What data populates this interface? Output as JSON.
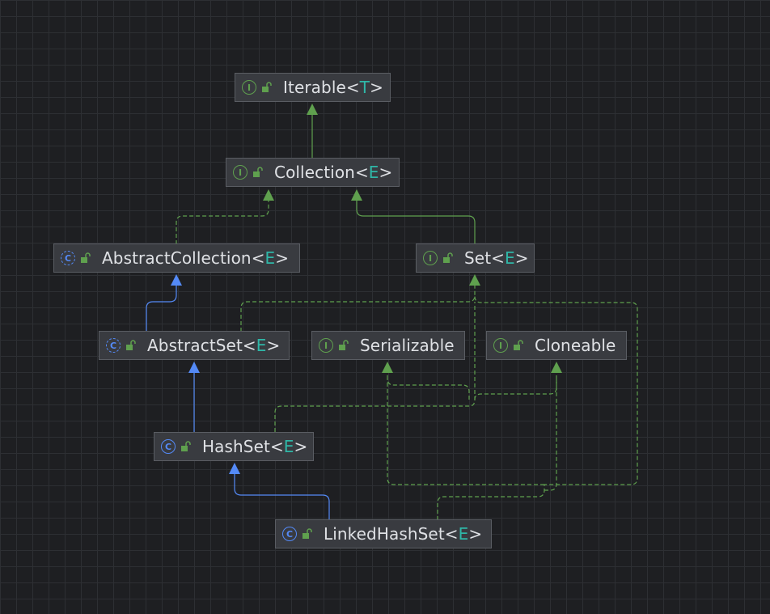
{
  "colors": {
    "background": "#1e1f22",
    "grid": "#2d2f33",
    "node_fill": "#393b40",
    "node_border": "#5a5d63",
    "text": "#dfe1e5",
    "type_param": "#2fb7a8",
    "interface_badge": "#5fa04e",
    "class_badge": "#548af7",
    "extends_edge": "#5fa04e",
    "implements_edge": "#5fa04e",
    "class_extends_edge": "#548af7"
  },
  "nodes": {
    "iterable": {
      "name": "Iterable",
      "type_param": "T",
      "kind": "interface",
      "badge": "I",
      "icon": "interface-icon"
    },
    "collection": {
      "name": "Collection",
      "type_param": "E",
      "kind": "interface",
      "badge": "I",
      "icon": "interface-icon"
    },
    "abstract_collection": {
      "name": "AbstractCollection",
      "type_param": "E",
      "kind": "abstract-class",
      "badge": "C",
      "icon": "abstract-class-icon"
    },
    "set": {
      "name": "Set",
      "type_param": "E",
      "kind": "interface",
      "badge": "I",
      "icon": "interface-icon"
    },
    "abstract_set": {
      "name": "AbstractSet",
      "type_param": "E",
      "kind": "abstract-class",
      "badge": "C",
      "icon": "abstract-class-icon"
    },
    "serializable": {
      "name": "Serializable",
      "type_param": "",
      "kind": "interface",
      "badge": "I",
      "icon": "interface-icon"
    },
    "cloneable": {
      "name": "Cloneable",
      "type_param": "",
      "kind": "interface",
      "badge": "I",
      "icon": "interface-icon"
    },
    "hash_set": {
      "name": "HashSet",
      "type_param": "E",
      "kind": "class",
      "badge": "C",
      "icon": "class-icon"
    },
    "linked_hash_set": {
      "name": "LinkedHashSet",
      "type_param": "E",
      "kind": "class",
      "badge": "C",
      "icon": "class-icon"
    }
  },
  "edges": [
    {
      "from": "Collection",
      "to": "Iterable",
      "relation": "extends",
      "style": "solid-green"
    },
    {
      "from": "AbstractCollection",
      "to": "Collection",
      "relation": "implements",
      "style": "dashed-green"
    },
    {
      "from": "Set",
      "to": "Collection",
      "relation": "extends",
      "style": "solid-green"
    },
    {
      "from": "AbstractSet",
      "to": "AbstractCollection",
      "relation": "extends",
      "style": "solid-blue"
    },
    {
      "from": "AbstractSet",
      "to": "Set",
      "relation": "implements",
      "style": "dashed-green"
    },
    {
      "from": "HashSet",
      "to": "AbstractSet",
      "relation": "extends",
      "style": "solid-blue"
    },
    {
      "from": "HashSet",
      "to": "Set",
      "relation": "implements",
      "style": "dashed-green"
    },
    {
      "from": "HashSet",
      "to": "Serializable",
      "relation": "implements",
      "style": "dashed-green"
    },
    {
      "from": "HashSet",
      "to": "Cloneable",
      "relation": "implements",
      "style": "dashed-green"
    },
    {
      "from": "LinkedHashSet",
      "to": "HashSet",
      "relation": "extends",
      "style": "solid-blue"
    },
    {
      "from": "LinkedHashSet",
      "to": "Set",
      "relation": "implements",
      "style": "dashed-green"
    },
    {
      "from": "LinkedHashSet",
      "to": "Serializable",
      "relation": "implements",
      "style": "dashed-green"
    },
    {
      "from": "LinkedHashSet",
      "to": "Cloneable",
      "relation": "implements",
      "style": "dashed-green"
    }
  ]
}
